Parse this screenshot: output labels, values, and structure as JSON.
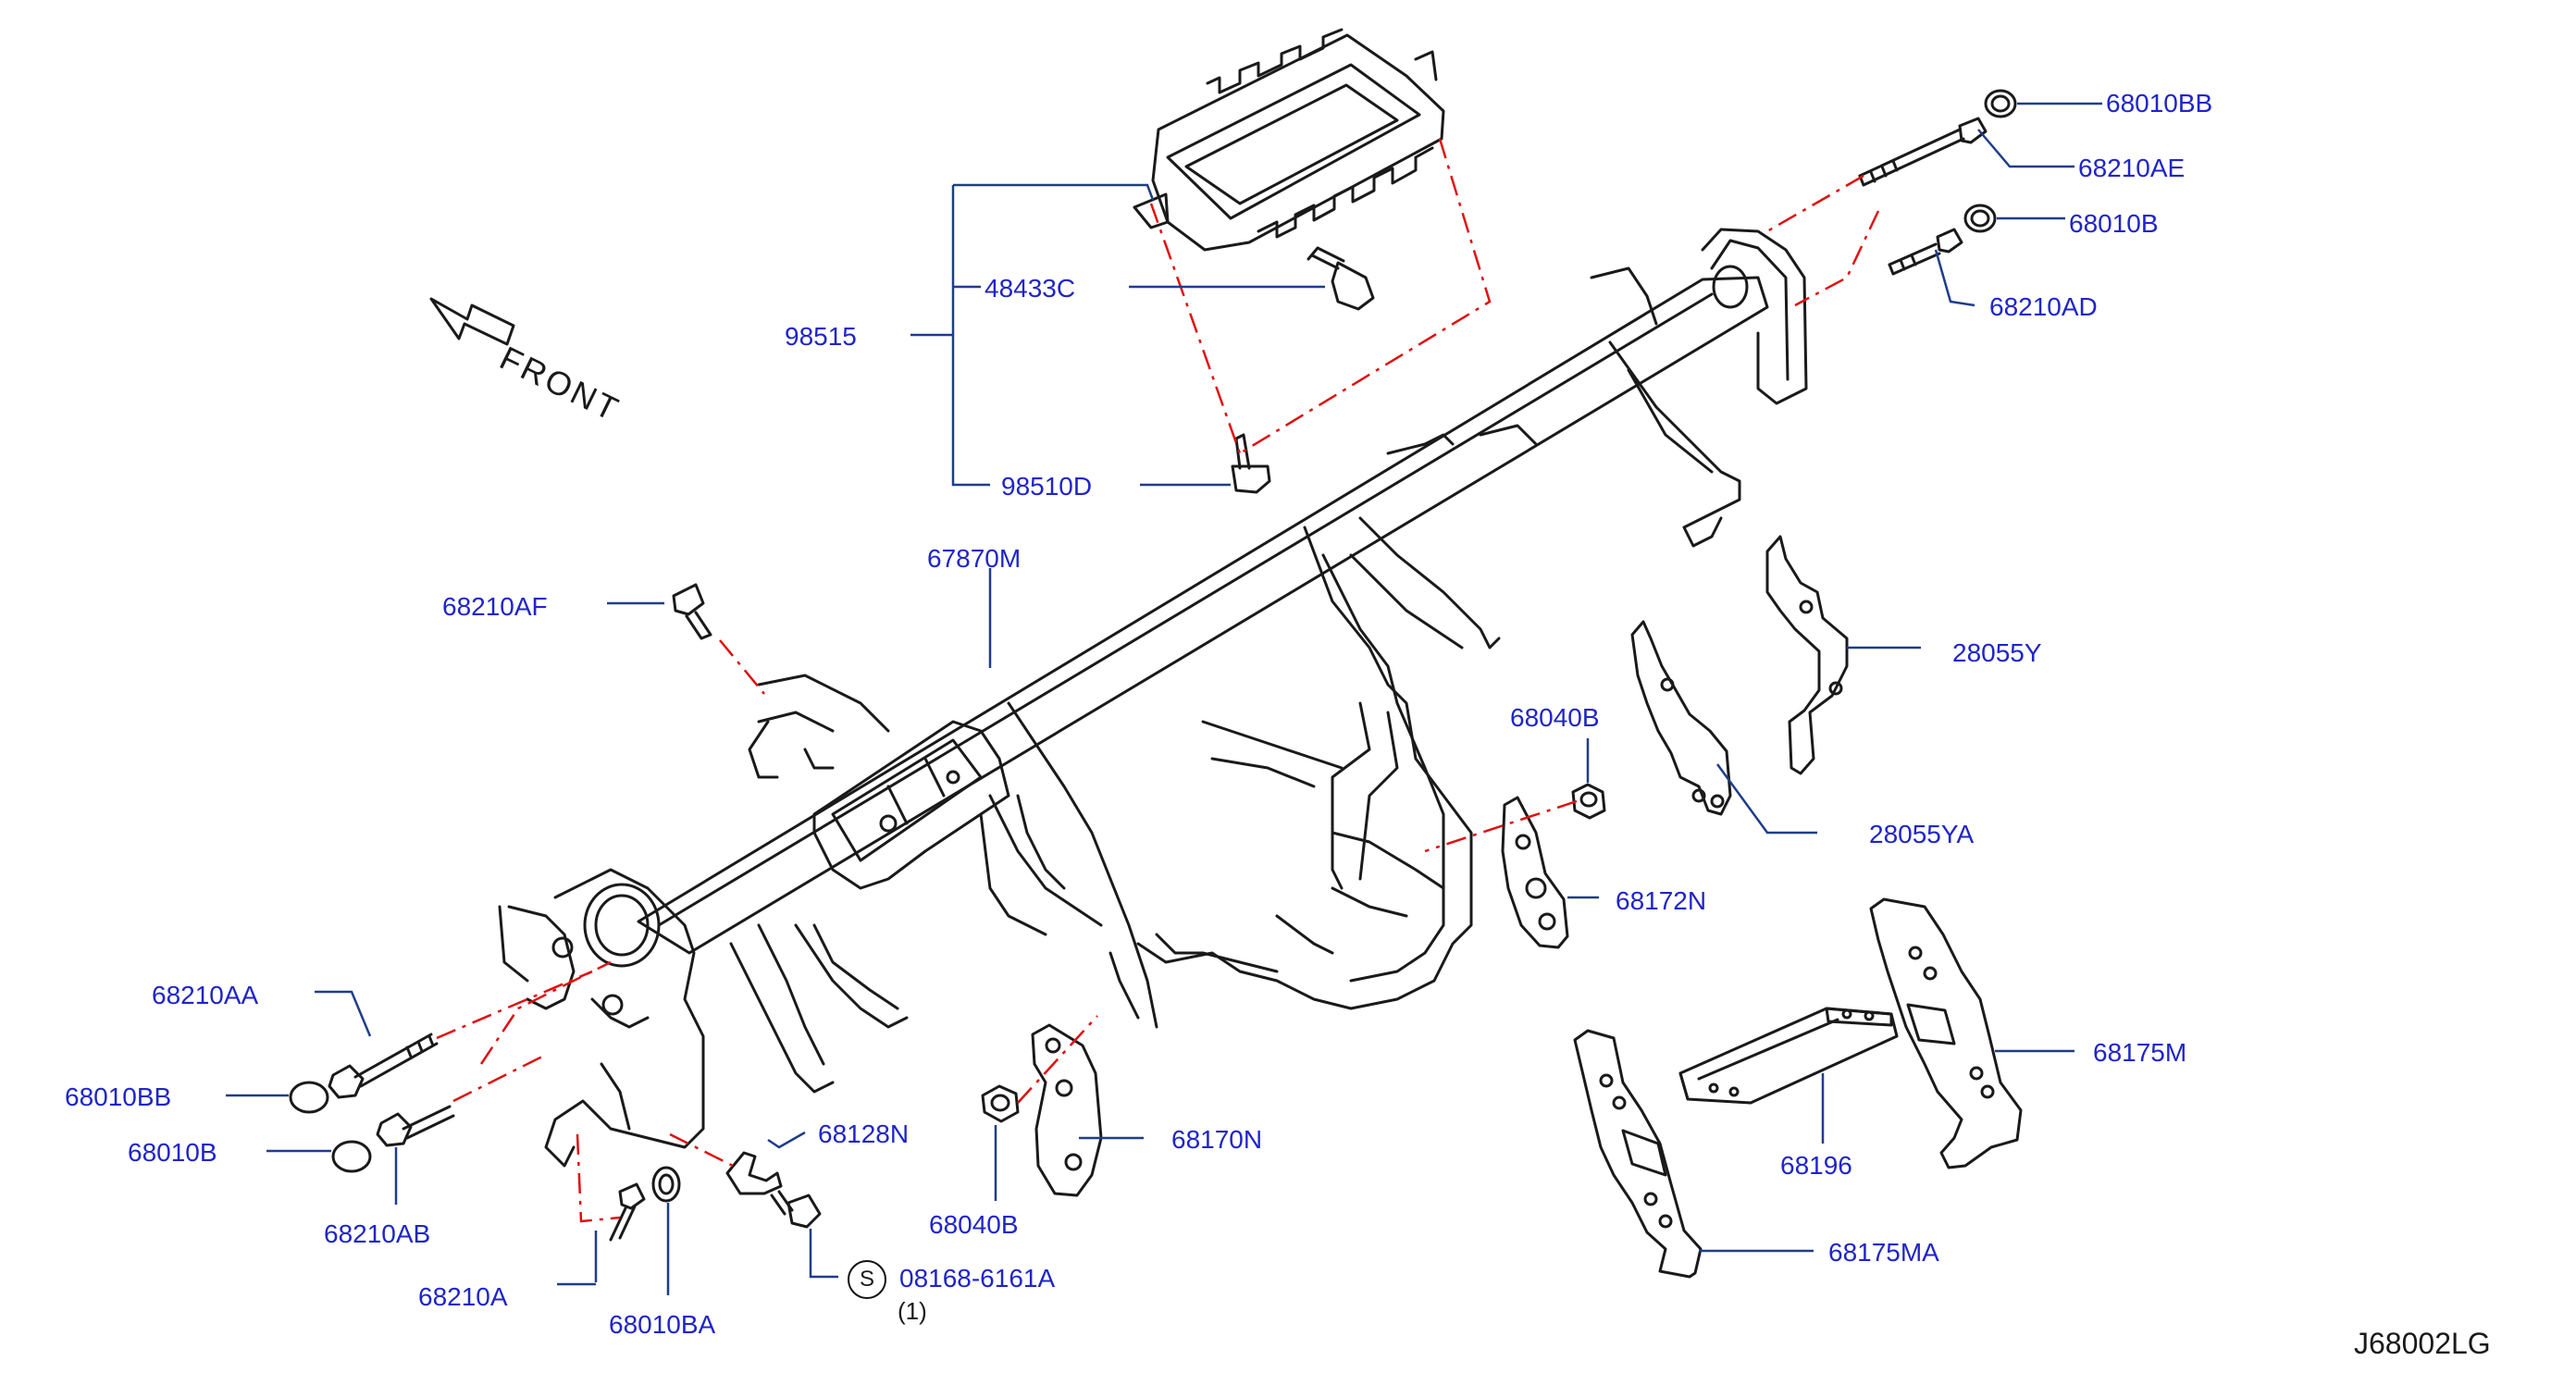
{
  "front_label": "FRONT",
  "diagram_id": "J68002LG",
  "colors": {
    "label": "#1f25c8",
    "leader": "#1f3d8a",
    "part_outline": "#1a1a1a",
    "center_line": "#e01010"
  },
  "parts": {
    "p68010BB_top": "68010BB",
    "p68210AE": "68210AE",
    "p68010B_top": "68010B",
    "p68210AD": "68210AD",
    "p48433C": "48433C",
    "p98515": "98515",
    "p98510D": "98510D",
    "p67870M": "67870M",
    "p68210AF": "68210AF",
    "p28055Y": "28055Y",
    "p68040B_top": "68040B",
    "p28055YA": "28055YA",
    "p68172N": "68172N",
    "p68210AA": "68210AA",
    "p68175M": "68175M",
    "p68010BB_bottom": "68010BB",
    "p68128N": "68128N",
    "p68170N": "68170N",
    "p68010B_bottom": "68010B",
    "p68196": "68196",
    "p68210AB": "68210AB",
    "p68040B_bottom": "68040B",
    "p68175MA": "68175MA",
    "p08168_6161A": "08168-6161A",
    "p08168_qty": "(1)",
    "p08168_symbol": "S",
    "p68210A": "68210A",
    "p68010BA": "68010BA"
  }
}
